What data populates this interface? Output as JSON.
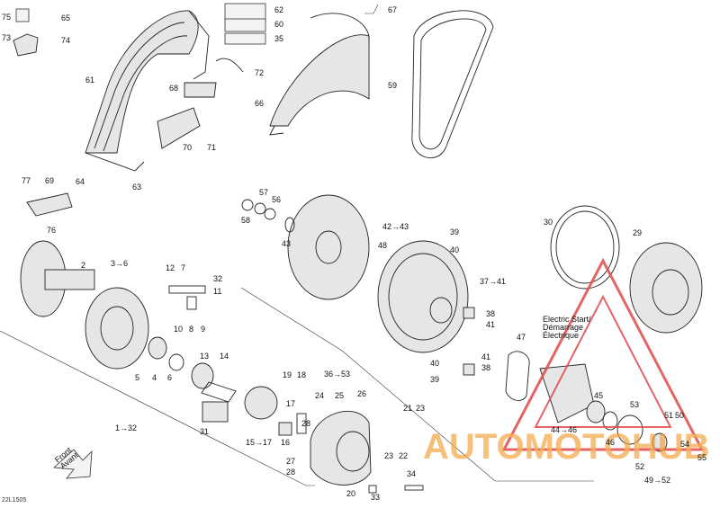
{
  "diagram_code": "22L1505",
  "electric_start_note": [
    "Electric Start/",
    "Démarrage",
    "Électrique"
  ],
  "front_arrow": [
    "Front",
    "Avant"
  ],
  "watermark": {
    "brand": "AUTOMOTOHUB",
    "color": "#d32f2f",
    "accent": "#f2a23c"
  },
  "labels": {
    "l1": "1→32",
    "l2": "2",
    "l3": "3→6",
    "l4": "4",
    "l5": "5",
    "l6": "6",
    "l7": "7",
    "l8": "8",
    "l9": "9",
    "l10": "10",
    "l11": "11",
    "l12": "12",
    "l13": "13",
    "l14": "14",
    "l15": "15→17",
    "l16": "16",
    "l17": "17",
    "l18": "18",
    "l19": "19",
    "l20": "20",
    "l21": "21",
    "l22": "22",
    "l23": "23",
    "l23b": "23",
    "l24": "24",
    "l25": "25",
    "l26": "26",
    "l27": "27",
    "l28": "28",
    "l28b": "28",
    "l29": "29",
    "l30": "30",
    "l31": "31",
    "l32": "32",
    "l33": "33",
    "l34": "34",
    "l35": "35",
    "l36": "36→53",
    "l37": "37→41",
    "l38": "38",
    "l38b": "38",
    "l39": "39",
    "l39b": "39",
    "l40": "40",
    "l40b": "40",
    "l41": "41",
    "l41b": "41",
    "l42": "42→43",
    "l43": "43",
    "l44": "44→46",
    "l45": "45",
    "l46": "46",
    "l47": "47",
    "l48": "48",
    "l49": "49→52",
    "l50": "50",
    "l51": "51",
    "l52": "52",
    "l53": "53",
    "l54": "54",
    "l55": "55",
    "l56": "56",
    "l57": "57",
    "l58": "58",
    "l59": "59",
    "l60": "60",
    "l61": "61",
    "l62": "62",
    "l63": "63",
    "l64": "64",
    "l65": "65",
    "l66": "66",
    "l67": "67",
    "l68": "68",
    "l69": "69",
    "l70": "70",
    "l71": "71",
    "l72": "72",
    "l73": "73",
    "l74": "74",
    "l75": "75",
    "l76": "76",
    "l77": "77"
  }
}
